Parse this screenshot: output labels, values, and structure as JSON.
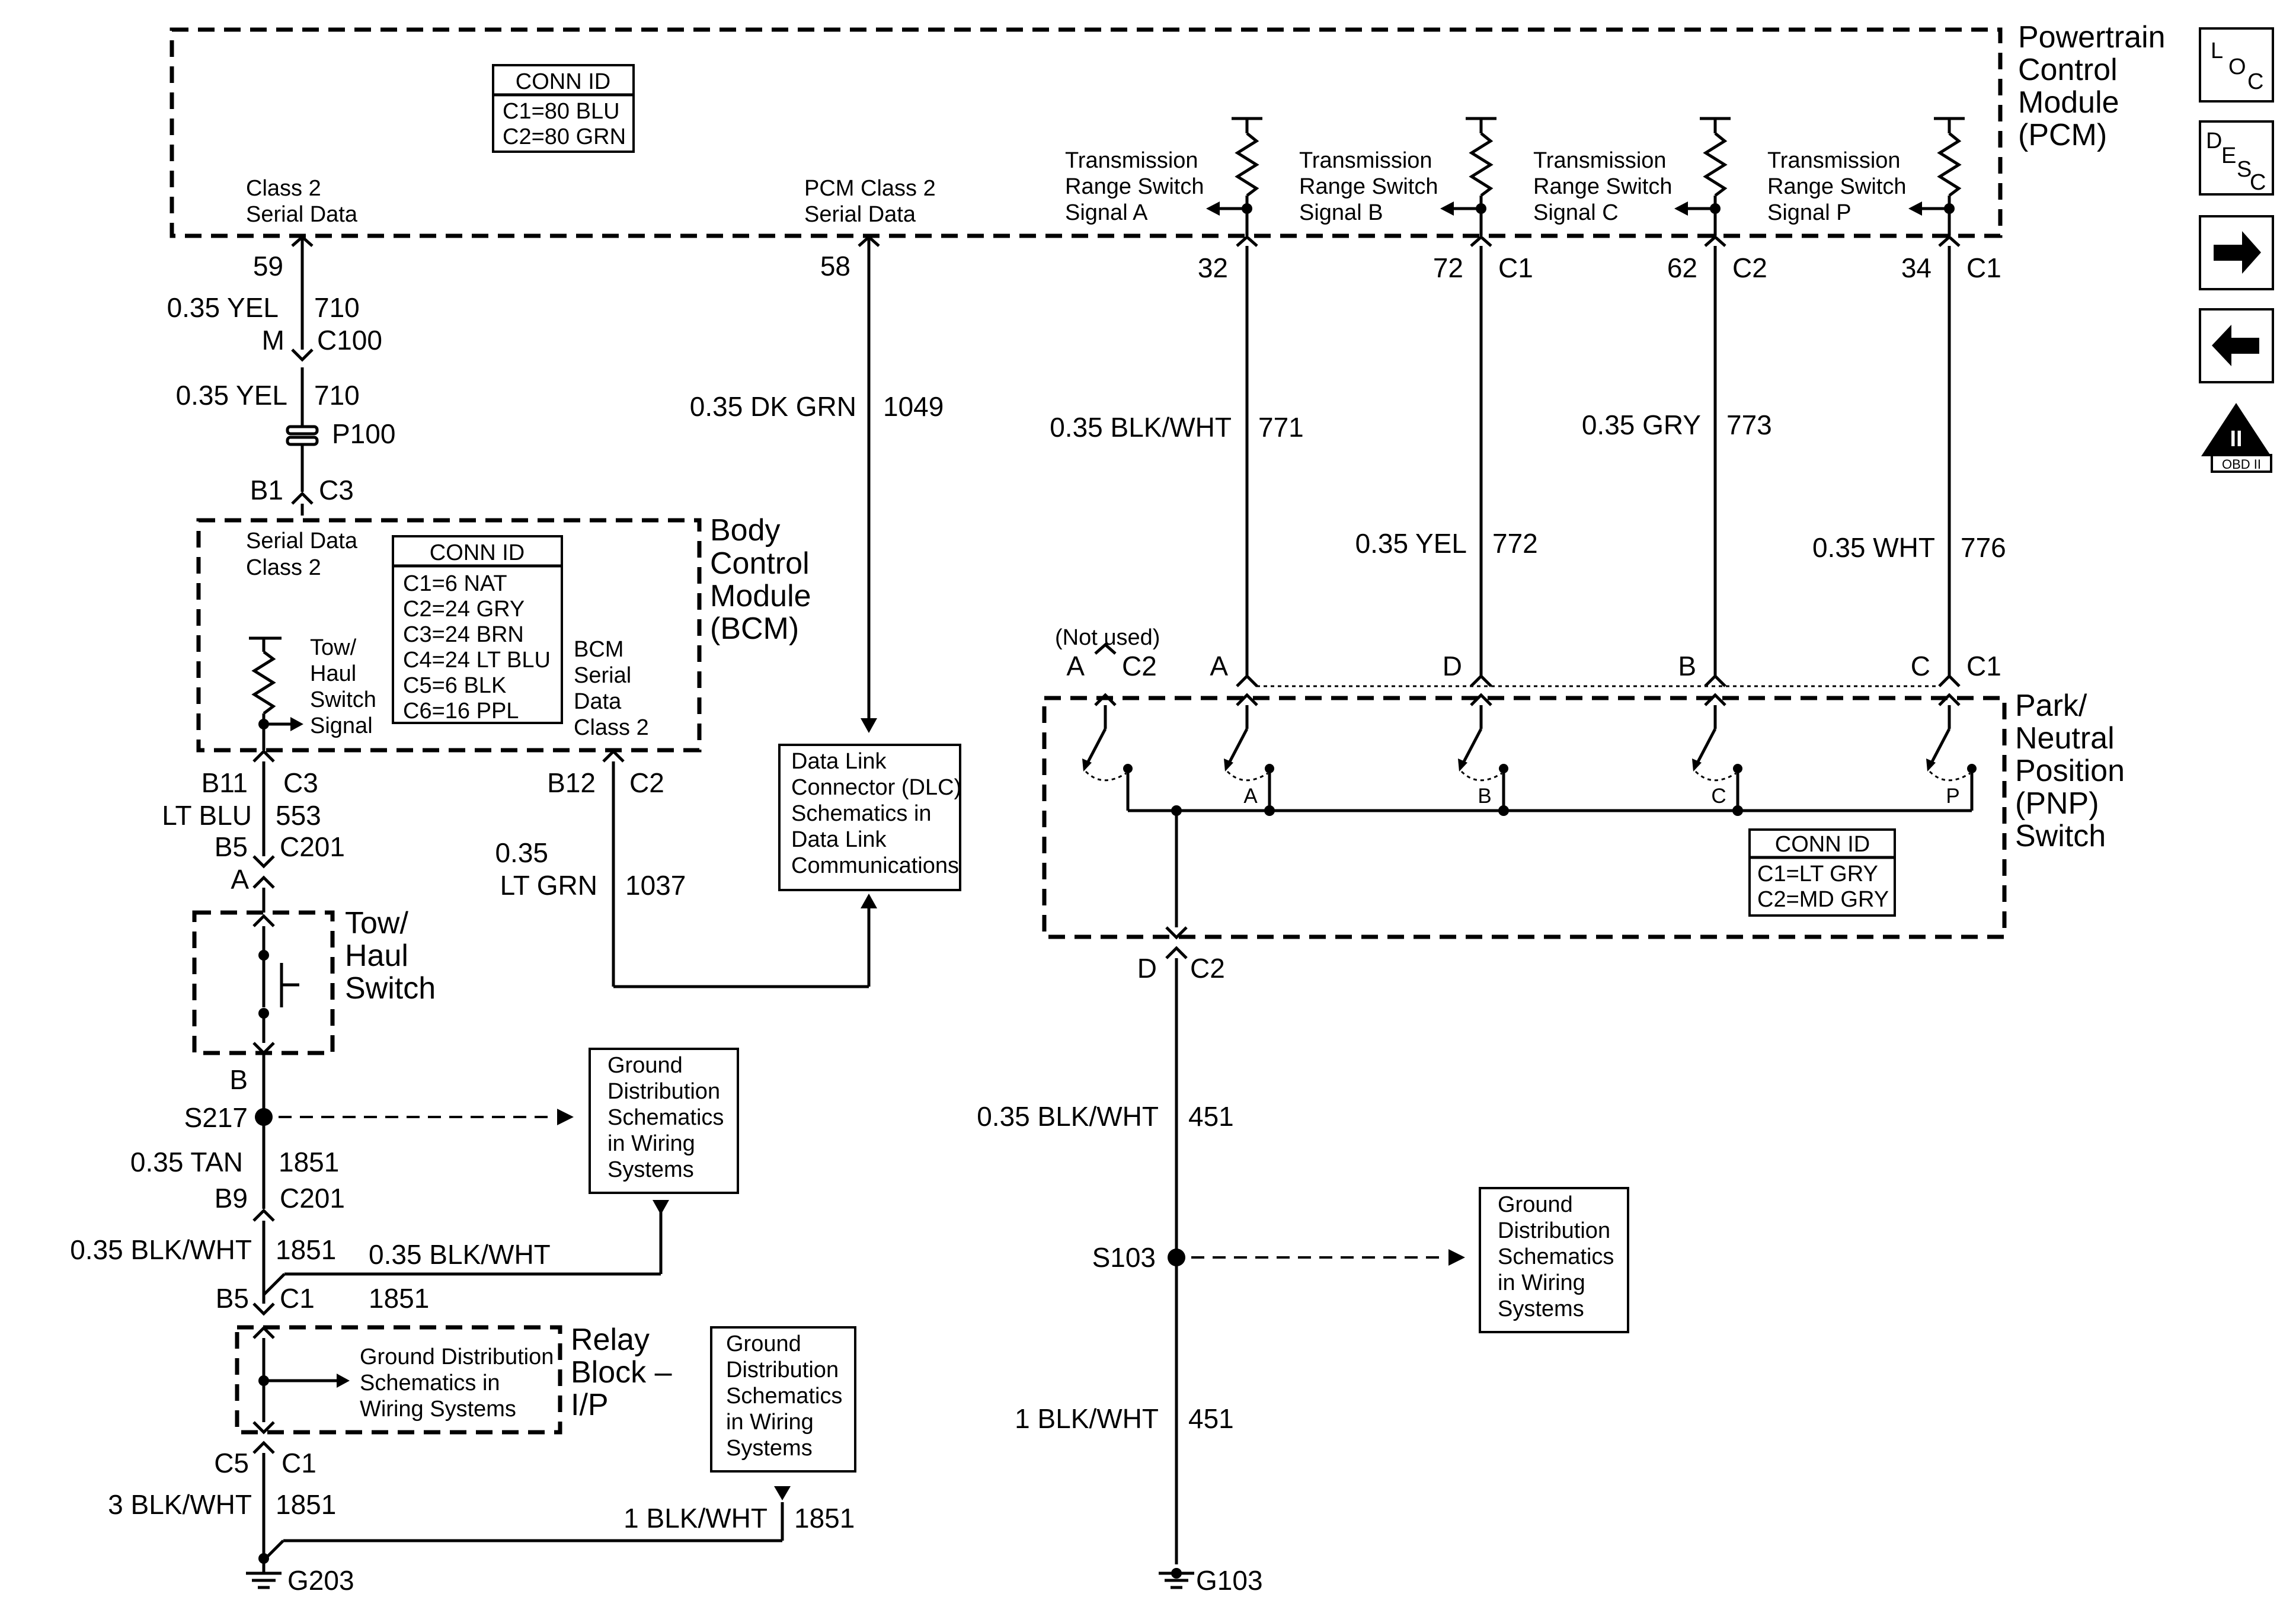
{
  "pcm": {
    "name": [
      "Powertrain",
      "Control",
      "Module",
      "(PCM)"
    ],
    "conn_title": "CONN ID",
    "conn": [
      "C1=80 BLU",
      "C2=80 GRN"
    ],
    "class2_label": [
      "Class 2",
      "Serial Data"
    ],
    "pcm_class2_label": [
      "PCM Class 2",
      "Serial Data"
    ],
    "trs_labels": [
      [
        "Transmission",
        "Range Switch",
        "Signal A"
      ],
      [
        "Transmission",
        "Range Switch",
        "Signal B"
      ],
      [
        "Transmission",
        "Range Switch",
        "Signal C"
      ],
      [
        "Transmission",
        "Range Switch",
        "Signal P"
      ]
    ],
    "pins": {
      "p59": "59",
      "p58": "58",
      "p32": "32",
      "p72": "72",
      "c72": "C1",
      "p62": "62",
      "c62": "C2",
      "p34": "34",
      "c34": "C1"
    }
  },
  "icons": {
    "loc": [
      "L",
      "O",
      "C"
    ],
    "desc": [
      "D",
      "E",
      "S",
      "C"
    ],
    "obd": [
      "II",
      "OBD II"
    ]
  },
  "left_wire": {
    "w1_size": "0.35 YEL",
    "w1_circ": "710",
    "c100_pin": "M",
    "c100": "C100",
    "w2_size": "0.35 YEL",
    "w2_circ": "710",
    "p100": "P100",
    "b1": "B1",
    "c3": "C3"
  },
  "bcm": {
    "name": [
      "Body",
      "Control",
      "Module",
      "(BCM)"
    ],
    "serial_label": [
      "Serial Data",
      "Class 2"
    ],
    "conn_title": "CONN ID",
    "conn": [
      "C1=6 NAT",
      "C2=24 GRY",
      "C3=24 BRN",
      "C4=24 LT BLU",
      "C5=6 BLK",
      "C6=16 PPL"
    ],
    "tow_label": [
      "Tow/",
      "Haul",
      "Switch",
      "Signal"
    ],
    "serial2_label": [
      "BCM",
      "Serial",
      "Data",
      "Class 2"
    ],
    "b11": "B11",
    "c3b": "C3",
    "b12": "B12",
    "c2": "C2"
  },
  "tow_wire": {
    "size": "LT BLU",
    "circ": "553",
    "b5": "B5",
    "c201": "C201",
    "a": "A"
  },
  "tow_switch": {
    "name": [
      "Tow/",
      "Haul",
      "Switch"
    ],
    "b": "B"
  },
  "splice_s217": "S217",
  "ground_ref": [
    "Ground",
    "Distribution",
    "Schematics",
    "in Wiring",
    "Systems"
  ],
  "lower_left": {
    "w1_size": "0.35 TAN",
    "w1_circ": "1851",
    "b9": "B9",
    "c201": "C201",
    "w2_size": "0.35 BLK/WHT",
    "w2_circ": "1851",
    "w3_size": "0.35 BLK/WHT",
    "w3_circ": "1851",
    "b5": "B5",
    "c1": "C1",
    "c5": "C5",
    "c1b": "C1",
    "w4_size": "3 BLK/WHT",
    "w4_circ": "1851",
    "w5_size": "1 BLK/WHT",
    "w5_circ": "1851",
    "g203": "G203"
  },
  "relay_block": {
    "name": [
      "Relay",
      "Block –",
      "I/P"
    ],
    "inner": [
      "Ground Distribution",
      "Schematics in",
      "Wiring Systems"
    ]
  },
  "dlc_wire": {
    "w1_size": "0.35 DK GRN",
    "w1_circ": "1049",
    "w2_size": [
      "0.35",
      "LT GRN"
    ],
    "w2_circ": "1037"
  },
  "dlc": [
    "Data Link",
    "Connector (DLC)",
    "Schematics in",
    "Data Link",
    "Communications"
  ],
  "trs_wires": {
    "a_size": "0.35 BLK/WHT",
    "a_circ": "771",
    "b_size": "0.35 YEL",
    "b_circ": "772",
    "c_size": "0.35 GRY",
    "c_circ": "773",
    "p_size": "0.35 WHT",
    "p_circ": "776"
  },
  "pnp": {
    "name": [
      "Park/",
      "Neutral",
      "Position",
      "(PNP)",
      "Switch"
    ],
    "not_used": "(Not used)",
    "pin_a_c2": "A",
    "c2": "C2",
    "pin_a": "A",
    "pin_d": "D",
    "pin_b": "B",
    "pin_c": "C",
    "c1": "C1",
    "contacts": [
      "A",
      "B",
      "C",
      "P"
    ],
    "conn_title": "CONN ID",
    "conn": [
      "C1=LT GRY",
      "C2=MD GRY"
    ],
    "out_d": "D",
    "out_c2": "C2"
  },
  "right_ground": {
    "w1_size": "0.35 BLK/WHT",
    "w1_circ": "451",
    "s103": "S103",
    "w2_size": "1 BLK/WHT",
    "w2_circ": "451",
    "g103": "G103"
  }
}
